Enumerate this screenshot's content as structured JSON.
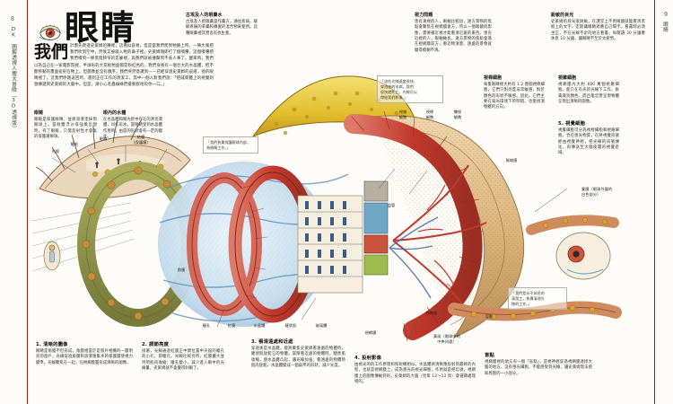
{
  "book": {
    "left_page_number": "8",
    "right_page_number": "9",
    "left_spine_text": "DK 圖解透視人體大冒險（3D透視版）",
    "right_spine_text": "眼睛"
  },
  "headline": "眼睛",
  "intro": {
    "dropcap": "我們",
    "body": "計畫先爬進史萊姆的嘴裡，這看似容易，但是當我們爬到牠臉上時，一陣大風把我們吹到空中，然後又被吸入牠的鼻子裡。史萊姆隨即打了個噴嚏，這個噴嚏把我們噴到一條黑暗狹窄的走廊裡，再我們就被撞擊到不省人事了。醒來時，我們以為自己在一家電影院裡，半球形的大花板牠面都是粉紅色的，我們身後有一個巨大的水晶體，把不斷移動的畫面投射在牠上。但圖像並沒有順序，我們突然意識到——已經穿過史萊姆的皮膚，他的眼睛裡了。這我們原路返回時，遇到正在工作的清潔工，其中一個人對我們說：「把威脅體上的視覺刺激傳遞到史萊姆的大腦中。但是，請小心毛蟲蜘蛛們會狠狠地咬你一口。」"
  },
  "sub_blocks": [
    {
      "id": "eyelid",
      "title": "眼瞼",
      "body": "眼瞼是保護眼睛，並將淚液塗抹到眼球上。當耐塵浮沙或強風出現時，有了眼瞼，只需反射性才會氣的保護著眼球。"
    },
    {
      "id": "aqueous",
      "title": "眼內的水體",
      "body": "在水晶體和眼內腔中存在的清亮液體，叫作房水。當眼睛受到水晶體作用時，由是的形狀會有一定的變化。"
    }
  ],
  "callouts": [
    {
      "id": "egyptian-eyedrops",
      "title": "古埃及人的眼藥水",
      "body": "古埃及人把眼藥當作藥方，通往疾病、緩解疼痛的草藥和蜂蜜的混合物來使用。這種眼藥裡其實含有抗生素。"
    },
    {
      "id": "vision-problems",
      "title": "視力問題",
      "body": "患有遠視的人，眼軸比較短，遠方景物的焦點會聚焦在視網膜後方，所以一個眼鏡的影像，需要補近視才能看清近處的東西。患有近視的人，眼軸軸長，遠方景物的焦點會落在視網膜前方，看近物清楚、遠處的景物就變得模糊不清。"
    },
    {
      "id": "sharp-eyes",
      "title": "銳敏的目光",
      "body": "史萊姆的目光很銳敏，在課堂上不用眼鏡就能看清黑板上的文字。定期讓眼睛適應自己喝字，看書時必須坐正，不在光線不足的地方看書。每閱讀 30 分鐘應休息 10 分鐘，讓眼睛不至於太疲勞。"
    },
    {
      "id": "rod-cells",
      "title": "視桿細胞",
      "body": "每隻眼睛裡大約有 1.2 億個視桿細胞，它們只對亮度非常敏感，對於顏色的形狀不敏感。因此，它們主要在弱光環境下的明暗、也能偵測物體的方向。"
    },
    {
      "id": "cone-cells",
      "title": "視錐細胞",
      "body": "視網膜內大約 600 萬個視錐細胞，能只在有光的光線下工作，負責識別顏色，而且能忠實呈現物體呈現出清晰的圖像。"
    },
    {
      "id": "visual-cells",
      "title": "5. 視覺細胞",
      "body": "視覺細胞可分為視桿細胞和視錐細胞，合在感光物質，在將視覺訊號經由視覺神經，把光線的訊號傳化，再傳送至大腦皮層的視覺區域。"
    }
  ],
  "bottom_steps": [
    {
      "id": "clear-image",
      "title": "1. 清晰的圖像",
      "body": "眼睛是角膜不但形成，角膜相當於是照片相機的一層明亮的窗戶，光線穿過角膜和淚液匯集水的保護層使視力變準。光線聚焦在一起，在視網膜層形成清晰的圖像。"
    },
    {
      "id": "adjust-brightness",
      "title": "2. 調節亮度",
      "body": "接著，光線通過虹膜正中間位置中央圓的瞳孔的小孔，即瞳孔。光線比較亮時，虹膜擴大並列到肌肉收縮；瞳孔變小，減少進入眼中的光線量，史萊姆就不會覺得刺眼了。"
    },
    {
      "id": "far-and-near",
      "title": "3. 看清遠處和近處",
      "body": "穿過後是水晶體，能將聚焦史萊姆看遠處的物體時，睫狀肌放鬆它的物體，當眼看近處的物體時，睫狀肌收縮，使水晶體凸起，讓光線加強；看遠處的物體時肌肉放鬆，水晶體變成一個扁平的形狀，減少光度。"
    },
    {
      "id": "project-image",
      "title": "4. 投射影像",
      "body": "由視光的的工作原理和照射機相似。水晶體將清晰像投射到最終的內壁，也就是視網膜上，成為感光的視光細胞，作用就是把信號，視網膜上的圖像傳輸到的，史萊姆的大腦（見第 12～13 頁）會選擇處理相的。"
    },
    {
      "id": "blind-spot",
      "title": "盲點",
      "body": "視網膜視的地方有一個「盲點」，是視神經穿過視網膜連接大腦的地方，沒有感光細胞，不能感受到光線，讓史萊姆無法感知周圍的一小部分。"
    }
  ],
  "art_labels": [
    {
      "id": "light-rays",
      "text": "光線"
    },
    {
      "id": "eyelashes",
      "text": "睫毛"
    },
    {
      "id": "eyelid-lbl",
      "text": "眼瞼"
    },
    {
      "id": "conjunctiva",
      "text": "結膜\n（保護膜）"
    },
    {
      "id": "cornea",
      "text": "角膜"
    },
    {
      "id": "pupil",
      "text": "瞳孔"
    },
    {
      "id": "iris",
      "text": "虹膜"
    },
    {
      "id": "lens",
      "text": "水晶體"
    },
    {
      "id": "ciliary-muscle",
      "text": "睫狀肌"
    },
    {
      "id": "vitreous",
      "text": "玻璃體"
    },
    {
      "id": "retina",
      "text": "視網膜"
    },
    {
      "id": "cone-cells-lbl",
      "text": "視錐\n細胞"
    },
    {
      "id": "rod-cells-lbl",
      "text": "視桿\n細胞"
    },
    {
      "id": "ganglion-cells",
      "text": "雙極\n細胞"
    },
    {
      "id": "optic-nerve",
      "text": "視神經"
    },
    {
      "id": "blind-spot-lbl",
      "text": "盲點"
    },
    {
      "id": "sclera",
      "text": "鞏膜（眼球外圍的\n白色部分）"
    },
    {
      "id": "choroid",
      "text": "脈絡膜"
    },
    {
      "id": "blood-vessels",
      "text": "血管"
    },
    {
      "id": "fovea",
      "text": "黃斑（眼球中的\n中央凹處）"
    }
  ],
  "quotes": [
    {
      "id": "quote-cone",
      "text": "「這些光線速度很快，\n穿透後的毛病，我們\n很快就死亡。光線可以\n帶給我們影像。」"
    },
    {
      "id": "quote-rod",
      "text": "「我們是永不休息的\n清潔工，負責清理光\n線的工作。」"
    },
    {
      "id": "quote-guard",
      "text": "「我們負責保護眼球內部，\n為眼睛工作。」"
    }
  ],
  "colors": {
    "spine_rule": "#9e1b22",
    "page_bg": "#fdfcf8",
    "ink": "#222222",
    "retina_red": "#c0392b",
    "choroid_olive": "#8d9140",
    "sclera_tan": "#d9b27a",
    "vitreous_blue": "#bcd8e8",
    "cornea_yellow": "#e8c23a",
    "lens_cream": "#f0e4c2",
    "vessel_blue": "#5a8cbf"
  }
}
